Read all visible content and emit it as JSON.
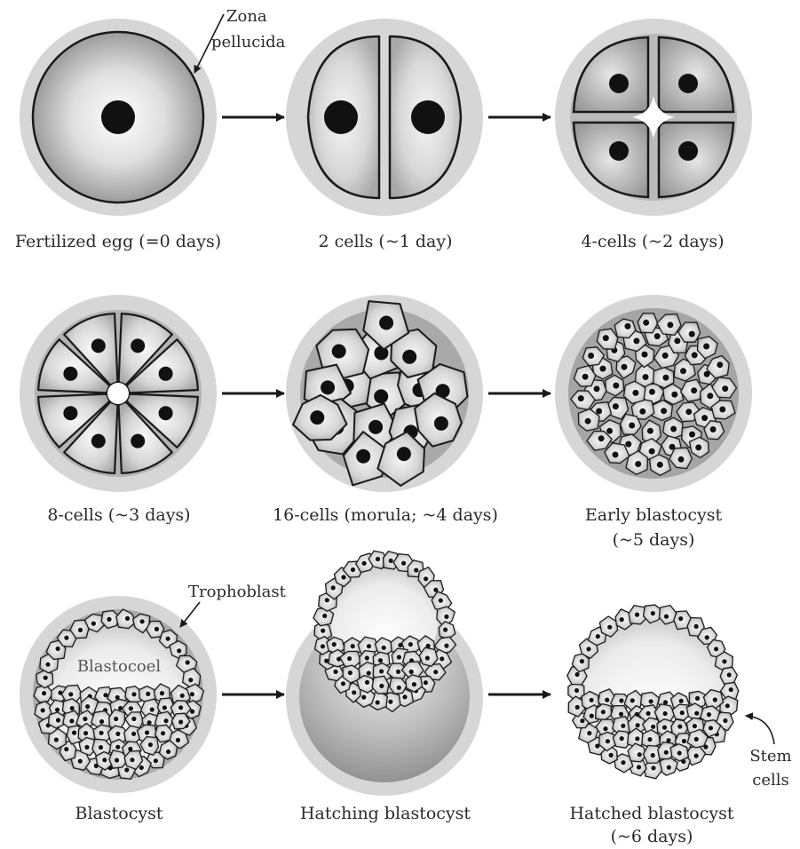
{
  "stages": [
    {
      "label": "Fertilized egg (=0 days)"
    },
    {
      "label": "2 cells (~1 day)"
    },
    {
      "label": "4-cells (~2 days)"
    },
    {
      "label": "8-cells (~3 days)"
    },
    {
      "label": "16-cells (morula; ~4 days)"
    },
    {
      "label": "Early blastocyst",
      "label2": "(~5 days)"
    },
    {
      "label": "Blastocyst"
    },
    {
      "label": "Hatching blastocyst"
    },
    {
      "label": "Hatched blastocyst",
      "label2": "(~6 days)"
    }
  ],
  "annotations": {
    "zona_line1": "Zona",
    "zona_line2": "pellucida",
    "trophoblast": "Trophoblast",
    "blastocoel": "Blastocoel",
    "stem_line1": "Stem",
    "stem_line2": "cells"
  },
  "colors": {
    "zona": "#d6d6d6",
    "outline": "#1a1a1a",
    "nucleus": "#111111",
    "cell_light": "#f4f4f4",
    "cell_dark": "#9a9a9a"
  }
}
